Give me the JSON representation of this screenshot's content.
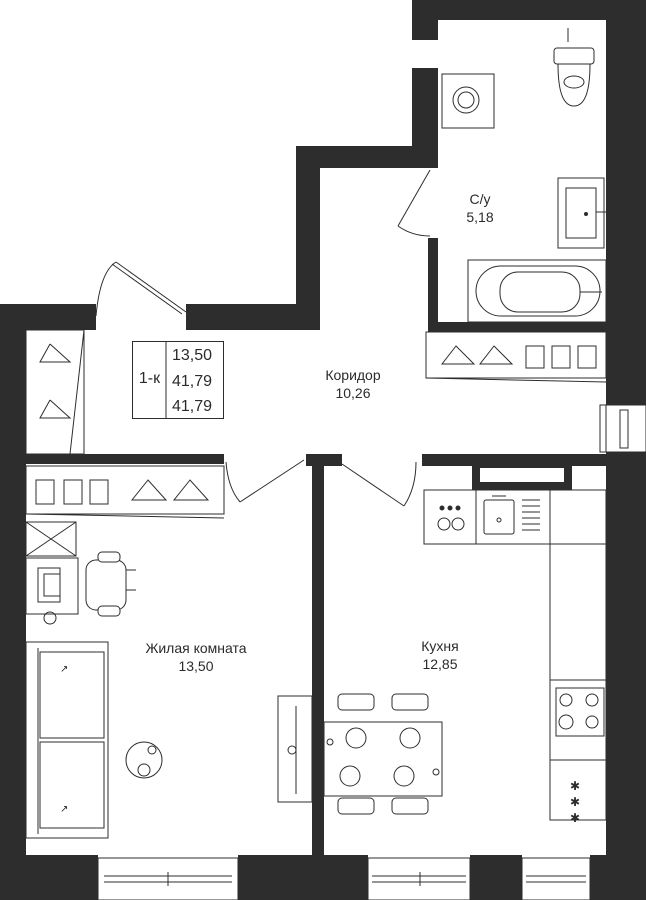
{
  "apartment": {
    "type": "1-к",
    "living_area": "13,50",
    "total_area": "41,79",
    "total_area_2": "41,79"
  },
  "rooms": {
    "bathroom": {
      "name": "С/у",
      "area": "5,18"
    },
    "corridor": {
      "name": "Коридор",
      "area": "10,26"
    },
    "living": {
      "name": "Жилая комната",
      "area": "13,50"
    },
    "kitchen": {
      "name": "Кухня",
      "area": "12,85"
    }
  },
  "colors": {
    "wall": "#2d2d2d",
    "line": "#2d2d2d",
    "background": "#ffffff"
  }
}
